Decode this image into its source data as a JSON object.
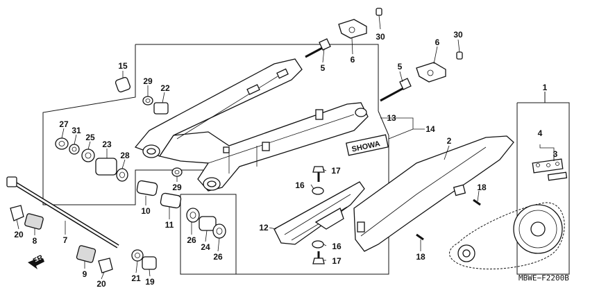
{
  "callouts": [
    {
      "id": "c1",
      "text": "1"
    },
    {
      "id": "c2",
      "text": "2"
    },
    {
      "id": "c3",
      "text": "3"
    },
    {
      "id": "c4",
      "text": "4"
    },
    {
      "id": "c5a",
      "text": "5"
    },
    {
      "id": "c5b",
      "text": "5"
    },
    {
      "id": "c6a",
      "text": "6"
    },
    {
      "id": "c6b",
      "text": "6"
    },
    {
      "id": "c7",
      "text": "7"
    },
    {
      "id": "c8",
      "text": "8"
    },
    {
      "id": "c9",
      "text": "9"
    },
    {
      "id": "c10",
      "text": "10"
    },
    {
      "id": "c11",
      "text": "11"
    },
    {
      "id": "c12",
      "text": "12"
    },
    {
      "id": "c13",
      "text": "13"
    },
    {
      "id": "c14",
      "text": "14"
    },
    {
      "id": "c15",
      "text": "15"
    },
    {
      "id": "c16a",
      "text": "16"
    },
    {
      "id": "c16b",
      "text": "16"
    },
    {
      "id": "c17a",
      "text": "17"
    },
    {
      "id": "c17b",
      "text": "17"
    },
    {
      "id": "c18a",
      "text": "18"
    },
    {
      "id": "c18b",
      "text": "18"
    },
    {
      "id": "c19",
      "text": "19"
    },
    {
      "id": "c20a",
      "text": "20"
    },
    {
      "id": "c20b",
      "text": "20"
    },
    {
      "id": "c21",
      "text": "21"
    },
    {
      "id": "c22",
      "text": "22"
    },
    {
      "id": "c23",
      "text": "23"
    },
    {
      "id": "c24",
      "text": "24"
    },
    {
      "id": "c25",
      "text": "25"
    },
    {
      "id": "c26a",
      "text": "26"
    },
    {
      "id": "c26b",
      "text": "26"
    },
    {
      "id": "c27",
      "text": "27"
    },
    {
      "id": "c28",
      "text": "28"
    },
    {
      "id": "c29a",
      "text": "29"
    },
    {
      "id": "c29b",
      "text": "29"
    },
    {
      "id": "c30a",
      "text": "30"
    },
    {
      "id": "c30b",
      "text": "30"
    },
    {
      "id": "c31",
      "text": "31"
    }
  ],
  "logo_text": "SHOWA",
  "direction_label": "FR",
  "diagram_code": "MBWE−F2200B"
}
